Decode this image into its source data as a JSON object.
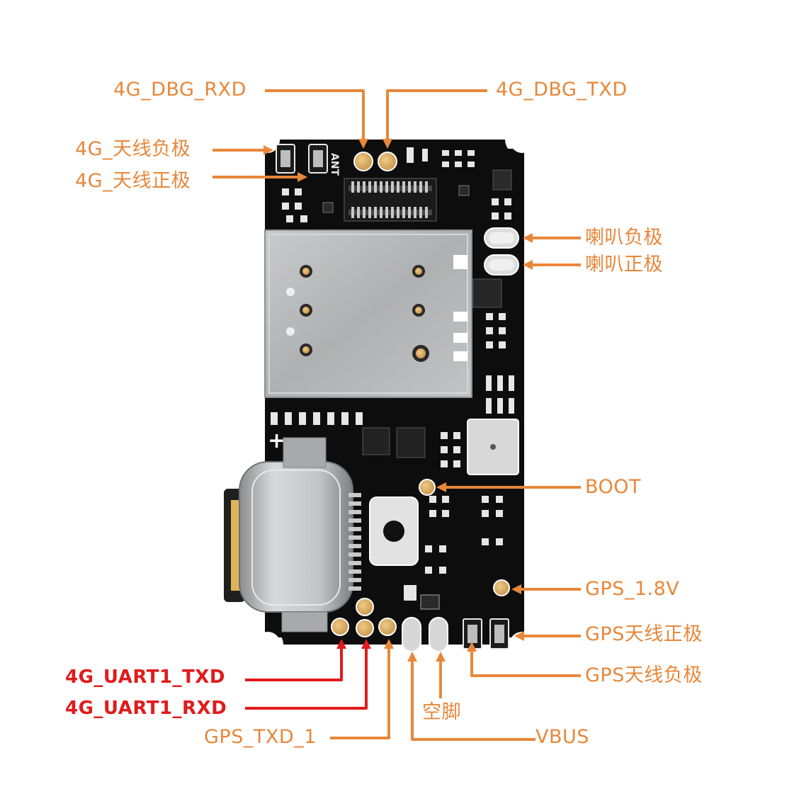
{
  "colors": {
    "label_orange": "#e8873a",
    "label_red": "#e11b1b",
    "board": "#0d0d0d",
    "pad_gold": "#d9a85a",
    "shield_silver": "#b9babb"
  },
  "board": {
    "silk_ant": "ANT",
    "silk_plus": "+"
  },
  "labels": {
    "dbg_rxd": "4G_DBG_RXD",
    "dbg_txd": "4G_DBG_TXD",
    "ant_neg": "4G_天线负极",
    "ant_pos": "4G_天线正极",
    "spk_neg": "喇叭负极",
    "spk_pos": "喇叭正极",
    "boot": "BOOT",
    "gps_18v": "GPS_1.8V",
    "gps_ant_pos": "GPS天线正极",
    "gps_ant_neg": "GPS天线负极",
    "uart_txd": "4G_UART1_TXD",
    "uart_rxd": "4G_UART1_RXD",
    "gps_txd": "GPS_TXD_1",
    "nc": "空脚",
    "vbus": "VBUS"
  }
}
